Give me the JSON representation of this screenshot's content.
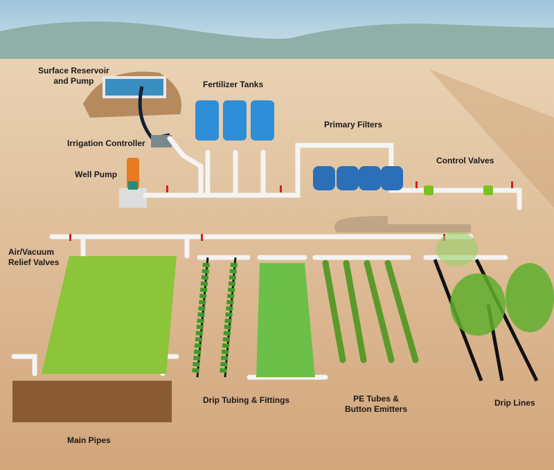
{
  "labels": {
    "reservoir_line1": "Surface Reservoir",
    "reservoir_line2": "and Pump",
    "fertilizer_tanks": "Fertilizer Tanks",
    "primary_filters": "Primary Filters",
    "irrigation_controller": "Irrigation Controller",
    "well_pump": "Well Pump",
    "control_valves": "Control Valves",
    "relief_line1": "Air/Vacuum",
    "relief_line2": "Relief Valves",
    "drip_tubing": "Drip Tubing & Fittings",
    "pe_line1": "PE Tubes &",
    "pe_line2": "Button Emitters",
    "drip_lines": "Drip Lines",
    "main_pipes": "Main Pipes"
  },
  "colors": {
    "sky": "#a9cbe0",
    "mountains": "#8fb0a8",
    "ground": "#d9b48c",
    "pipe": "#f4f4f4",
    "tank": "#2e8fd8",
    "filter": "#2a6fb8",
    "plant": "#5fae2e",
    "valve_red": "#d32020"
  }
}
